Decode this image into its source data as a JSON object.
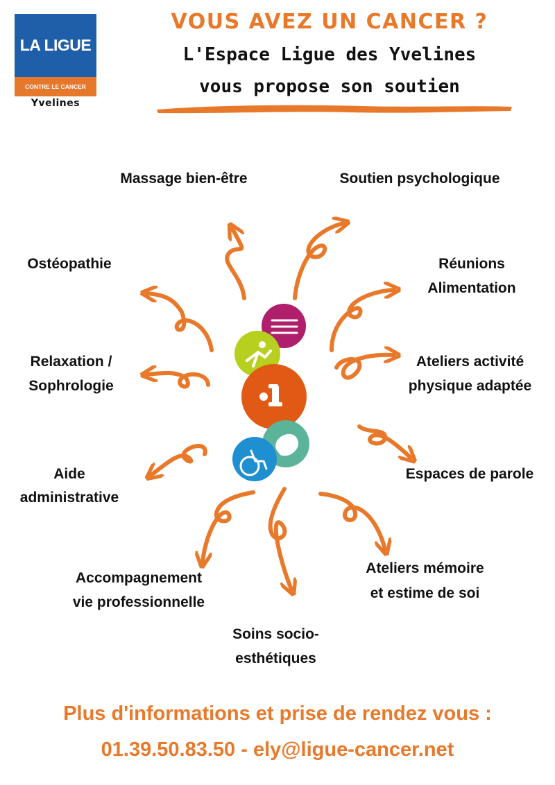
{
  "logo": {
    "main": "LA LIGUE",
    "bottom": "CONTRE LE CANCER",
    "sub": "Yvelines"
  },
  "header": {
    "question": "VOUS AVEZ UN CANCER ?",
    "line1": "L'Espace Ligue des Yvelines",
    "line2": "vous propose son soutien"
  },
  "services": {
    "massage": "Massage bien-être",
    "psy": "Soutien psychologique",
    "osteo": "Ostéopathie",
    "reunions_1": "Réunions",
    "reunions_2": "Alimentation",
    "relax_1": "Relaxation /",
    "relax_2": "Sophrologie",
    "apa_1": "Ateliers activité",
    "apa_2": "physique adaptée",
    "admin_1": "Aide",
    "admin_2": "administrative",
    "parole": "Espaces de parole",
    "pro_1": "Accompagnement",
    "pro_2": "vie professionnelle",
    "memoire_1": "Ateliers mémoire",
    "memoire_2": "et estime de soi",
    "soins_1": "Soins socio-",
    "soins_2": "esthétiques"
  },
  "footer": {
    "line1": "Plus d'informations et prise de rendez vous :",
    "line2": "01.39.50.83.50 - ely@ligue-cancer.net"
  },
  "colors": {
    "accent": "#e8792b",
    "logo_blue": "#1f5fa9",
    "circle_magenta": "#b01f6b",
    "circle_lime": "#b7cf1f",
    "circle_orange": "#e05a16",
    "circle_green": "#5bb39a",
    "circle_blue": "#1e8fd1"
  }
}
